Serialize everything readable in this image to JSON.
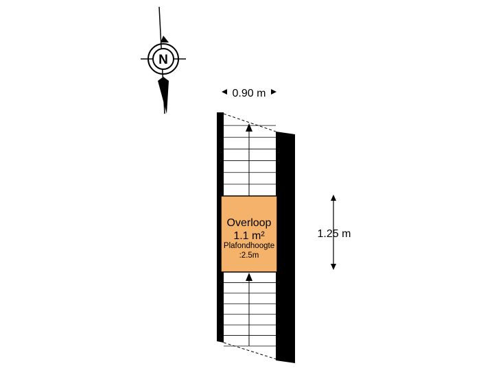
{
  "compass": {
    "letter": "N"
  },
  "room": {
    "name": "Overloop",
    "area": "1.1 m²",
    "ceiling_label": "Plafondhoogte",
    "ceiling_value": ":2.5m"
  },
  "dimensions": {
    "width": "0.90 m",
    "height": "1.25 m"
  },
  "stairs": {
    "flights": 2,
    "steps_per_flight": 7
  },
  "colors": {
    "room_fill": "#F4B26A",
    "wall": "#000000",
    "background": "#FFFFFF"
  }
}
